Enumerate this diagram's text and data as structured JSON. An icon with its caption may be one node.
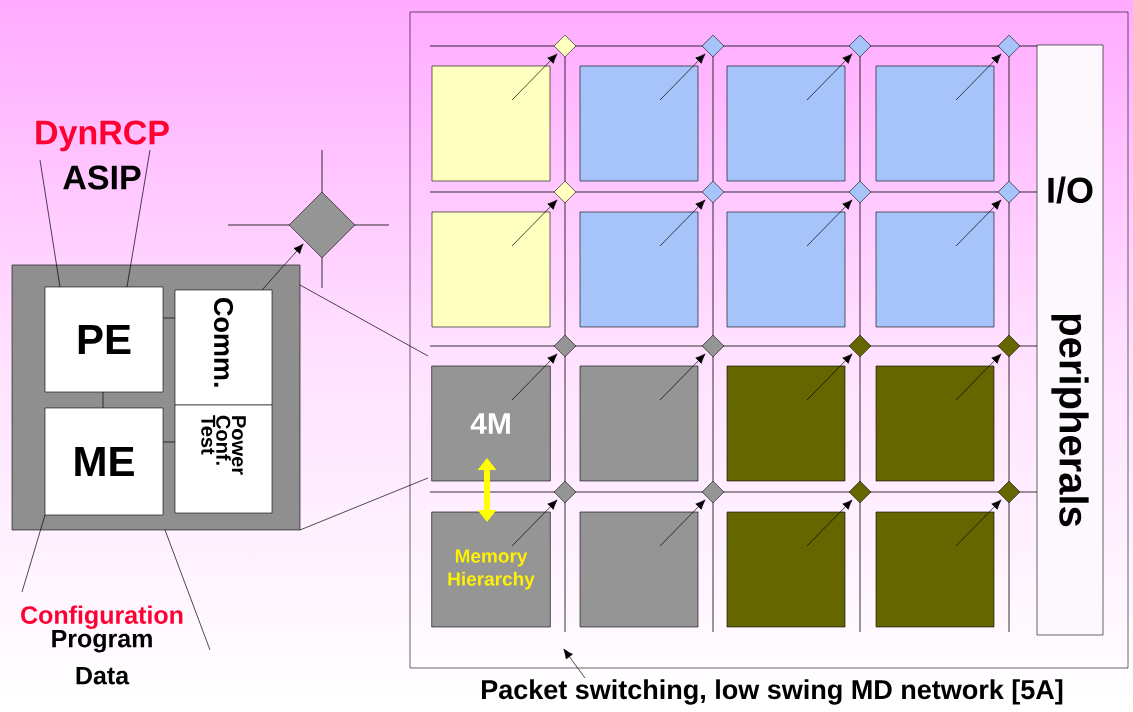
{
  "diagram": {
    "nodes": [
      {
        "text": [
          "DynRCP",
          "ASIP"
        ]
      },
      {
        "text": [],
        "shape": "box"
      },
      {
        "text": [
          "PE"
        ],
        "in": 1
      },
      {
        "text": [
          "ME"
        ],
        "in": 1
      },
      {
        "text": [
          "Comm."
        ],
        "in": 1
      },
      {
        "text": [
          "Power Conf. Test"
        ],
        "in": 1
      },
      {
        "text": [],
        "shape": "diamond"
      },
      {
        "text": [
          "Configuration",
          "Program Data"
        ]
      },
      {
        "text": [],
        "shape": "box"
      },
      {
        "text": [],
        "shape": "box",
        "in": 8
      },
      {
        "text": [],
        "shape": "box",
        "in": 8
      },
      {
        "text": [],
        "shape": "box",
        "in": 8
      },
      {
        "text": [],
        "shape": "box",
        "in": 8
      },
      {
        "text": [],
        "shape": "box",
        "in": 8
      },
      {
        "text": [],
        "shape": "box",
        "in": 8
      },
      {
        "text": [],
        "shape": "box",
        "in": 8
      },
      {
        "text": [],
        "shape": "box",
        "in": 8
      },
      {
        "text": [
          "4M"
        ],
        "in": 8
      },
      {
        "text": [],
        "shape": "box",
        "in": 8
      },
      {
        "text": [],
        "shape": "box",
        "in": 8
      },
      {
        "text": [],
        "shape": "box",
        "in": 8
      },
      {
        "text": [
          "Memory Hierarchy"
        ],
        "in": 8
      },
      {
        "text": [],
        "shape": "box",
        "in": 8
      },
      {
        "text": [],
        "shape": "box",
        "in": 8
      },
      {
        "text": [],
        "shape": "box",
        "in": 8
      },
      {
        "text": [],
        "shape": "diamond",
        "in": 8
      },
      {
        "text": [],
        "shape": "diamond",
        "in": 8
      },
      {
        "text": [],
        "shape": "diamond",
        "in": 8
      },
      {
        "text": [],
        "shape": "diamond",
        "in": 8
      },
      {
        "text": [],
        "shape": "diamond",
        "in": 8
      },
      {
        "text": [],
        "shape": "diamond",
        "in": 8
      },
      {
        "text": [],
        "shape": "diamond",
        "in": 8
      },
      {
        "text": [],
        "shape": "diamond",
        "in": 8
      },
      {
        "text": [],
        "shape": "diamond",
        "in": 8
      },
      {
        "text": [],
        "shape": "diamond",
        "in": 8
      },
      {
        "text": [],
        "shape": "diamond",
        "in": 8
      },
      {
        "text": [],
        "shape": "diamond",
        "in": 8
      },
      {
        "text": [],
        "shape": "diamond",
        "in": 8
      },
      {
        "text": [],
        "shape": "diamond",
        "in": 8
      },
      {
        "text": [],
        "shape": "diamond",
        "in": 8
      },
      {
        "text": [],
        "shape": "diamond",
        "in": 8
      },
      {
        "text": [
          "I/O",
          "peripherals"
        ],
        "in": 8
      },
      {
        "text": [
          "Packet switching, low swing MD network [5A]"
        ]
      }
    ],
    "edges": [
      {
        "from": 0,
        "to": 2,
        "arrow": "none"
      },
      {
        "from": 0,
        "to": 2,
        "arrow": "none"
      },
      {
        "from": 7,
        "to": 3,
        "arrow": "none"
      },
      {
        "from": 7,
        "to": 1,
        "arrow": "none"
      },
      {
        "from": 2,
        "to": 4,
        "arrow": "none"
      },
      {
        "from": 2,
        "to": 3,
        "arrow": "none"
      },
      {
        "from": 3,
        "to": 5,
        "arrow": "none"
      },
      {
        "from": 4,
        "to": 6,
        "arrow": "to"
      },
      {
        "from": 1,
        "to": 17,
        "arrow": "none"
      },
      {
        "from": 1,
        "to": 17,
        "arrow": "none"
      },
      {
        "from": 17,
        "to": 21,
        "arrow": "both",
        "style": "thick",
        "color": "#ffff00"
      },
      {
        "from": 9,
        "to": 25,
        "arrow": "to"
      },
      {
        "from": 10,
        "to": 26,
        "arrow": "to"
      },
      {
        "from": 11,
        "to": 27,
        "arrow": "to"
      },
      {
        "from": 12,
        "to": 28,
        "arrow": "to"
      },
      {
        "from": 13,
        "to": 29,
        "arrow": "to"
      },
      {
        "from": 14,
        "to": 30,
        "arrow": "to"
      },
      {
        "from": 15,
        "to": 31,
        "arrow": "to"
      },
      {
        "from": 16,
        "to": 32,
        "arrow": "to"
      },
      {
        "from": 17,
        "to": 33,
        "arrow": "to"
      },
      {
        "from": 18,
        "to": 34,
        "arrow": "to"
      },
      {
        "from": 19,
        "to": 35,
        "arrow": "to"
      },
      {
        "from": 20,
        "to": 36,
        "arrow": "to"
      },
      {
        "from": 21,
        "to": 37,
        "arrow": "to"
      },
      {
        "from": 22,
        "to": 38,
        "arrow": "to"
      },
      {
        "from": 23,
        "to": 39,
        "arrow": "to"
      },
      {
        "from": 24,
        "to": 40,
        "arrow": "to"
      },
      {
        "from": 42,
        "to": null,
        "arrow": "to"
      }
    ]
  }
}
